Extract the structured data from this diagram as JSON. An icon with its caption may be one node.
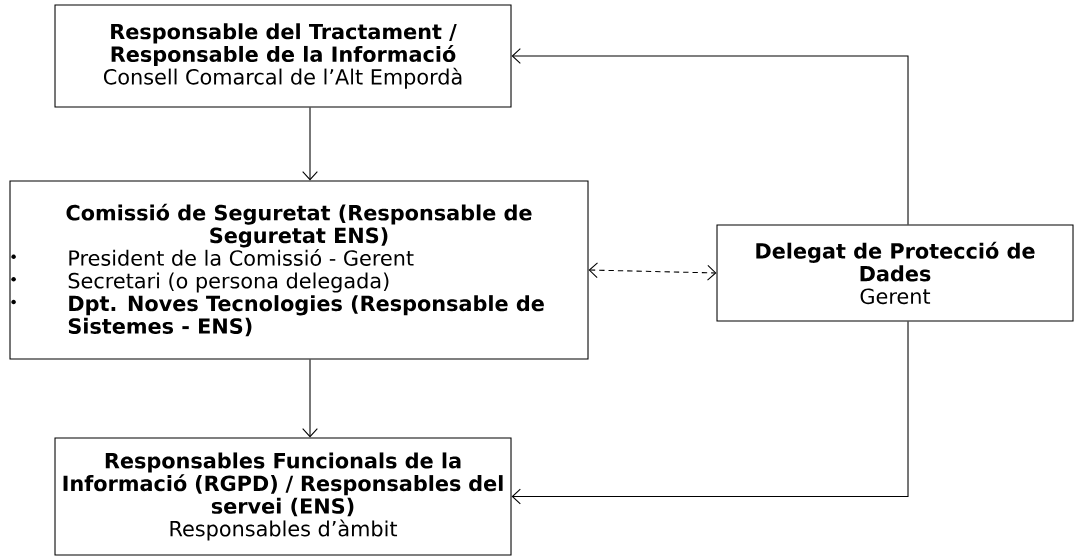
{
  "diagram": {
    "nodes": [
      {
        "text": [
          "Responsable del Tractament / Responsable de la Informació",
          "Consell Comarcal de l’Alt Empordà"
        ]
      },
      {
        "text": [
          "Comissió de Seguretat (Responsable de Seguretat ENS)",
          "President de la Comissió - Gerent",
          "Secretari  (o persona delegada)",
          "Dpt. Noves Tecnologies (Responsable de Sistemes - ENS)"
        ]
      },
      {
        "text": [
          "Delegat de Protecció de Dades",
          "Gerent"
        ]
      },
      {
        "text": [
          "Responsables Funcionals de la Informació (RGPD) / Responsables del servei (ENS)",
          "Responsables d’àmbit"
        ]
      }
    ],
    "edges": [
      {
        "from": 0,
        "to": 1,
        "arrow": "to"
      },
      {
        "from": 1,
        "to": 2,
        "arrow": "both",
        "style": "dashed"
      },
      {
        "from": 1,
        "to": 3,
        "arrow": "to"
      },
      {
        "from": 2,
        "to": 0,
        "arrow": "to"
      },
      {
        "from": 2,
        "to": 3,
        "arrow": "to"
      }
    ]
  }
}
